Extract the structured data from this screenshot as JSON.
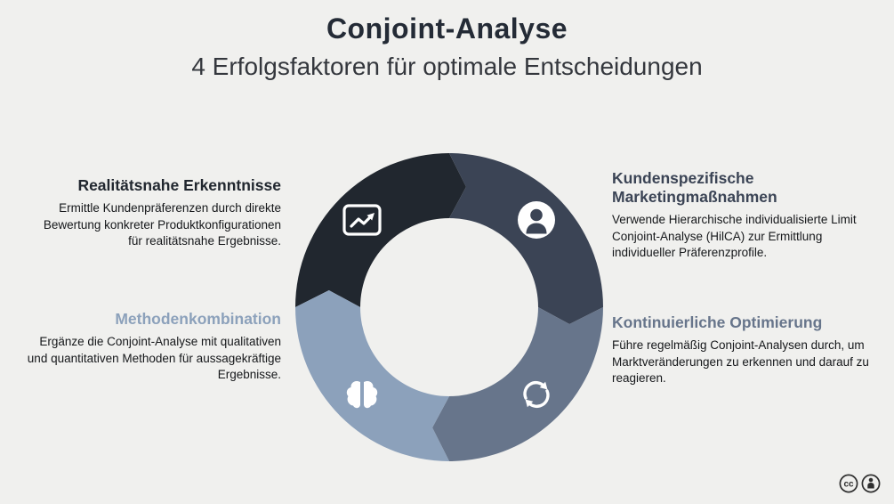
{
  "header": {
    "title": "Conjoint-Analyse",
    "subtitle": "4 Erfolgsfaktoren für optimale Entscheidungen"
  },
  "colors": {
    "background": "#f0f0ee",
    "heading": "#242b36",
    "subtitle": "#34373d",
    "body_text": "#15171a",
    "icon": "#ffffff",
    "license": "#2f2f2f"
  },
  "factors": [
    {
      "title": "Realitätsnahe Erkenntnisse",
      "description": "Ermittle Kundenpräferenzen durch direkte Bewertung konkreter Produktkonfigurationen für realitätsnahe Ergebnisse.",
      "color": "#21272f",
      "icon": "line-chart-icon",
      "position": "top-left"
    },
    {
      "title": "Kundenspezifische Marketingmaßnahmen",
      "description": "Verwende Hierarchische individualisierte Limit Conjoint-Analyse (HilCA) zur Ermittlung individueller Präferenzprofile.",
      "color": "#3b4455",
      "icon": "person-icon",
      "position": "top-right"
    },
    {
      "title": "Kontinuierliche Optimierung",
      "description": "Führe regelmäßig Conjoint-Analysen durch, um Marktveränderungen zu erkennen und darauf zu reagieren.",
      "color": "#67758b",
      "icon": "refresh-icon",
      "position": "bottom-right"
    },
    {
      "title": "Methodenkombination",
      "description": "Ergänze die Conjoint-Analyse mit qualitativen und quantitativen Methoden für aussagekräftige Ergebnisse.",
      "color": "#8ca1bb",
      "icon": "brain-icon",
      "position": "bottom-left"
    }
  ],
  "license": {
    "cc_label": "cc",
    "icons": [
      "cc-icon",
      "attribution-icon"
    ]
  }
}
